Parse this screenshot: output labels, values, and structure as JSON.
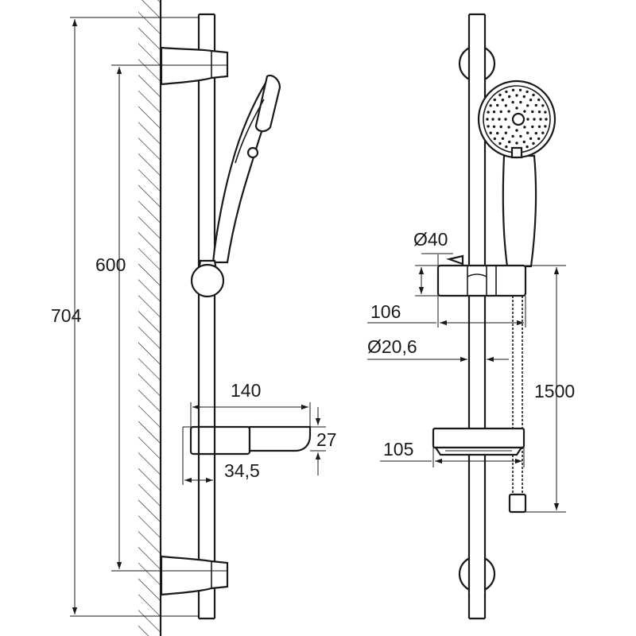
{
  "dimensions": {
    "overall_height": "704",
    "bar_spacing": "600",
    "dish_width": "140",
    "dish_height": "27",
    "dish_offset": "34,5",
    "holder_diameter": "Ø40",
    "holder_depth": "106",
    "rail_diameter": "Ø20,6",
    "hose_length": "1500",
    "dish_depth": "105"
  },
  "colors": {
    "line": "#1a1a1a",
    "background": "#ffffff"
  },
  "icons": {
    "side_view": "shower-rail-side-view",
    "front_view": "shower-rail-front-view"
  }
}
